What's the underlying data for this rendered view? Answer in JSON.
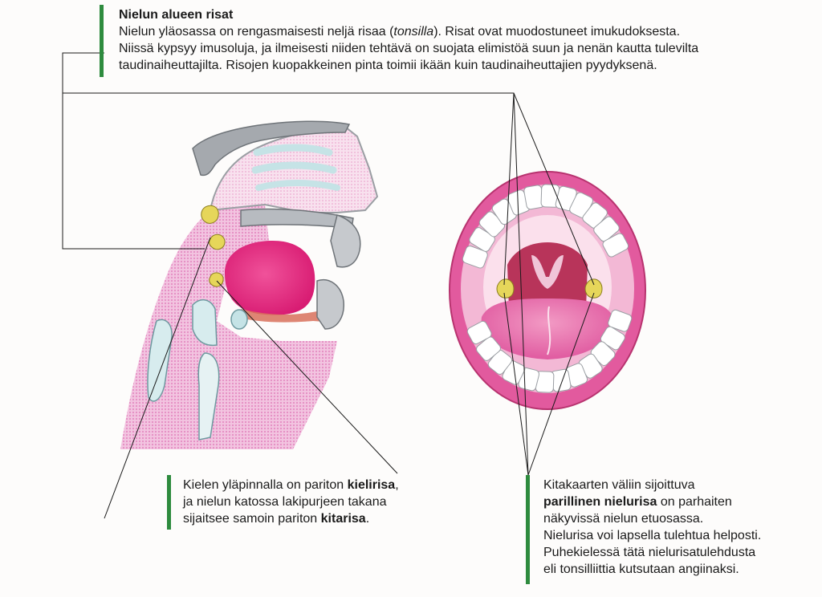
{
  "top_callout": {
    "title": "Nielun alueen risat",
    "line1_a": "Nielun yläosassa on rengasmaisesti neljä risaa (",
    "line1_italic": "tonsilla",
    "line1_b": "). Risat ovat muodostuneet imukudoksesta.",
    "line2": "Niissä kypsyy imusoluja, ja ilmeisesti niiden tehtävä on suojata elimistöä suun ja nenän kautta tulevilta",
    "line3": "taudinaiheuttajilta. Risojen kuopakkeinen pinta toimii ikään kuin taudinaiheuttajien pyydyksenä."
  },
  "left_callout": {
    "line1_a": "Kielen yläpinnalla on pariton ",
    "line1_bold": "kielirisa",
    "line1_b": ",",
    "line2": "ja nielun katossa lakipurjeen takana",
    "line3_a": "sijaitsee samoin pariton ",
    "line3_bold": "kitarisa",
    "line3_b": "."
  },
  "right_callout": {
    "line1": "Kitakaarten väliin sijoittuva",
    "line2_bold": "parillinen nielurisa",
    "line2_b": " on parhaiten",
    "line3": "näkyvissä nielun etuosassa.",
    "line4": "Nielurisa voi lapsella tulehtua helposti.",
    "line5": "Puhekielessä tätä nielurisatulehdusta",
    "line6": "eli tonsilliittia kutsutaan angiinaksi."
  },
  "colors": {
    "accent_bar": "#2e8b3e",
    "tissue_pink": "#e989c4",
    "tongue_magenta": "#e8257f",
    "tonsil_yellow": "#e6d65a",
    "bone_gray": "#9a9ea3"
  }
}
